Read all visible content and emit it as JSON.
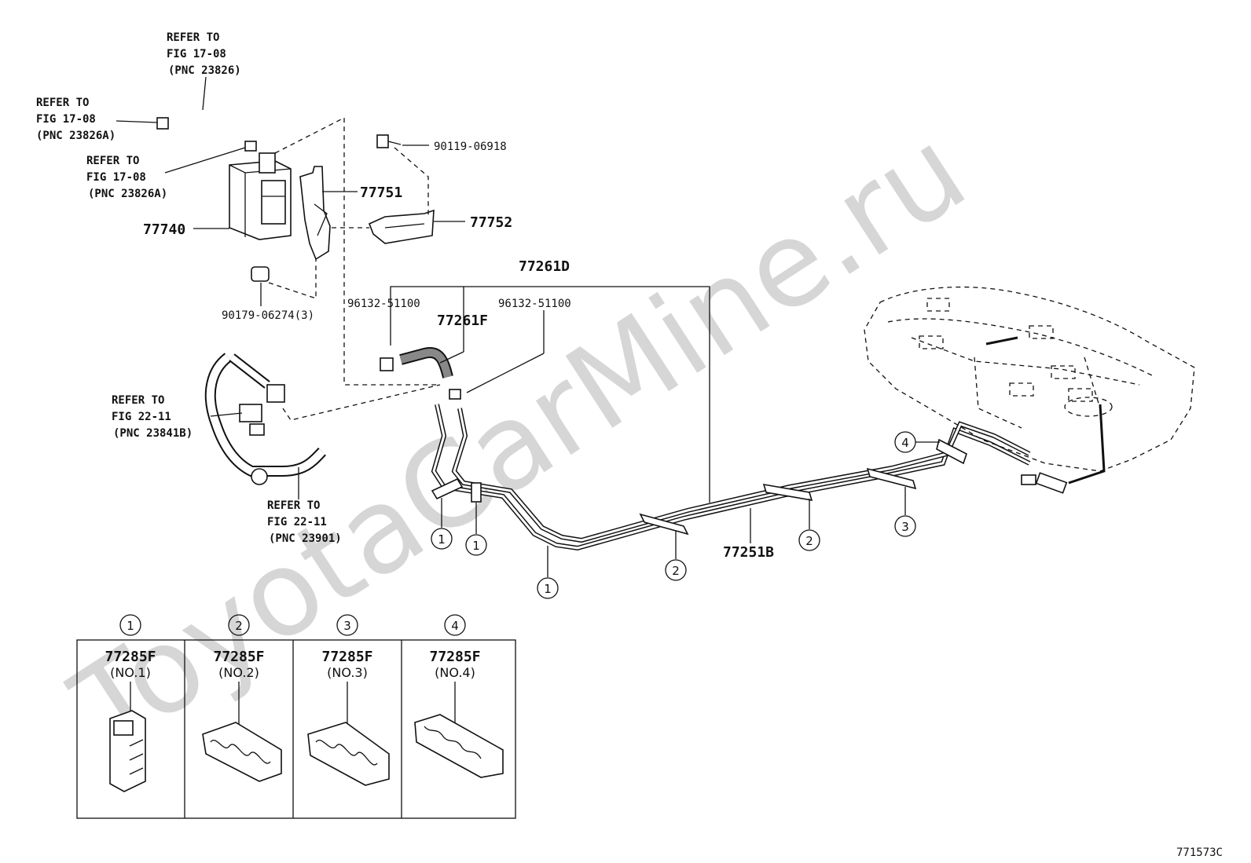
{
  "watermark": "ToyotaCarMine.ru",
  "figure_id": "771573C",
  "refers": {
    "r1": [
      "REFER TO",
      "FIG 17-08",
      "(PNC 23826)"
    ],
    "r2": [
      "REFER TO",
      "FIG 17-08",
      "(PNC 23826A)"
    ],
    "r3": [
      "REFER TO",
      "FIG 17-08",
      "(PNC 23826A)"
    ],
    "r4": [
      "REFER TO",
      "FIG 22-11",
      "(PNC 23841B)"
    ],
    "r5": [
      "REFER TO",
      "FIG 22-11",
      "(PNC 23901)"
    ]
  },
  "parts": {
    "p77740": "77740",
    "p77751": "77751",
    "p77752": "77752",
    "bolt": "90119-06918",
    "nut": "90179-06274(3)",
    "p77261D": "77261D",
    "p77261F": "77261F",
    "clip_a": "96132-51100",
    "clip_b": "96132-51100",
    "p77251B": "77251B"
  },
  "callouts": [
    "1",
    "1",
    "1",
    "2",
    "2",
    "3",
    "4"
  ],
  "clamps": [
    {
      "num": "1",
      "part": "77285F",
      "sub": "(NO.1)"
    },
    {
      "num": "2",
      "part": "77285F",
      "sub": "(NO.2)"
    },
    {
      "num": "3",
      "part": "77285F",
      "sub": "(NO.3)"
    },
    {
      "num": "4",
      "part": "77285F",
      "sub": "(NO.4)"
    }
  ]
}
